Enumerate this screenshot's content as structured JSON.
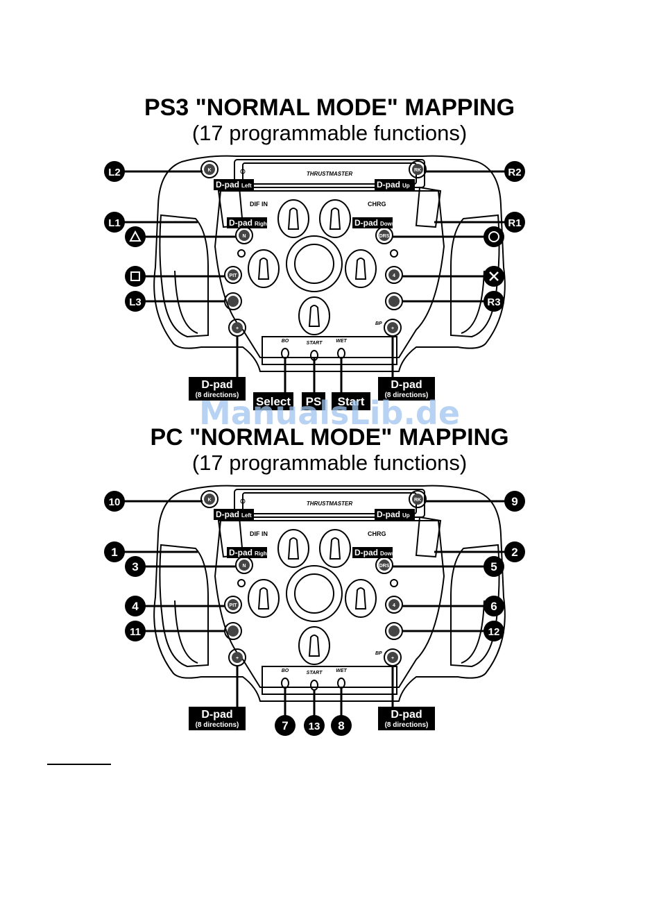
{
  "watermark": "ManualsLib.de",
  "ps3": {
    "title": "PS3 \"NORMAL MODE\" MAPPING",
    "subtitle": "(17 programmable functions)",
    "callouts": {
      "l2": "L2",
      "r2": "R2",
      "l1": "L1",
      "r1": "R1",
      "l3": "L3",
      "r3": "R3"
    },
    "dpad_boxes": {
      "title": "D-pad",
      "sub": "(8 directions)"
    },
    "center_labels": [
      "Select",
      "PS",
      "Start"
    ]
  },
  "pc": {
    "title": "PC \"NORMAL MODE\" MAPPING",
    "subtitle": "(17 programmable functions)",
    "callouts": {
      "k": "10",
      "rk": "9",
      "l1": "1",
      "r1": "2",
      "n": "3",
      "drs": "5",
      "pit": "4",
      "r4": "6",
      "l3": "11",
      "r3": "12",
      "bo": "7",
      "start": "13",
      "wet": "8"
    },
    "dpad_boxes": {
      "title": "D-pad",
      "sub": "(8 directions)"
    }
  },
  "wheel": {
    "brand": "THRUSTMASTER",
    "paddle_labels": {
      "left": "D-pad",
      "left_sub": "Left",
      "up": "D-pad",
      "up_sub": "Up",
      "right": "D-pad",
      "right_sub": "Right",
      "down": "D-pad",
      "down_sub": "Down"
    },
    "dif_in": "DIF IN",
    "chrg": "CHRG",
    "bo": "BO",
    "start": "START",
    "wet": "WET",
    "bp": "BP",
    "btn_k": "K",
    "btn_n": "N",
    "btn_pit": "PIT",
    "btn_drs": "DRS"
  }
}
